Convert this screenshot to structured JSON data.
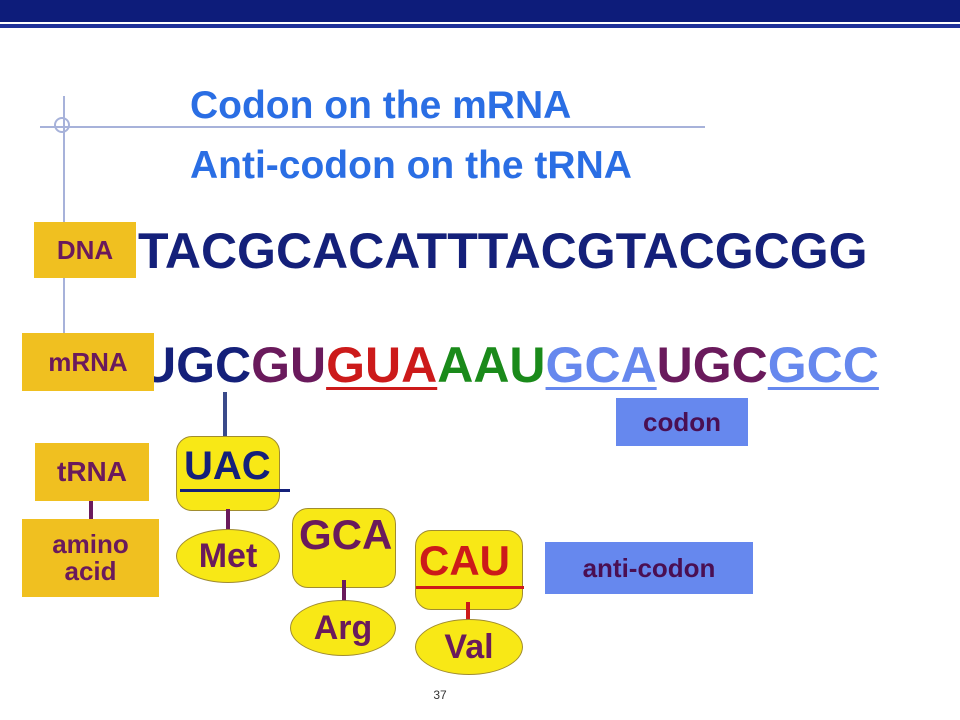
{
  "title": {
    "line1": "Codon on the mRNA",
    "line2": "Anti-codon on the tRNA"
  },
  "labels": {
    "dna": "DNA",
    "mrna": "mRNA",
    "trna": "tRNA",
    "amino_acid_line1": "amino",
    "amino_acid_line2": "acid",
    "codon": "codon",
    "anti_codon": "anti-codon"
  },
  "dna_sequence": "TACGCACATTTACGTACGCGG",
  "mrna_segments": [
    {
      "text": "UG",
      "color": "#14207a",
      "underline": false
    },
    {
      "text": "C",
      "color": "#14207a",
      "underline": false
    },
    {
      "text": "GU",
      "color": "#6a1a5c",
      "underline": false
    },
    {
      "text": "GUA",
      "color": "#cc1a1a",
      "underline": true
    },
    {
      "text": "AAU",
      "color": "#1a8a1a",
      "underline": false
    },
    {
      "text": "GCA",
      "color": "#6688ee",
      "underline": true
    },
    {
      "text": "UGC",
      "color": "#6a1a5c",
      "underline": false
    },
    {
      "text": "GCC",
      "color": "#6688ee",
      "underline": true
    }
  ],
  "trnas": [
    {
      "anticodon": "UAC",
      "amino_acid": "Met",
      "color": "#14207a"
    },
    {
      "anticodon": "GCA",
      "amino_acid": "Arg",
      "color": "#6a1a5c"
    },
    {
      "anticodon": "CAU",
      "amino_acid": "Val",
      "color": "#cc1a1a"
    }
  ],
  "page_number": "37"
}
